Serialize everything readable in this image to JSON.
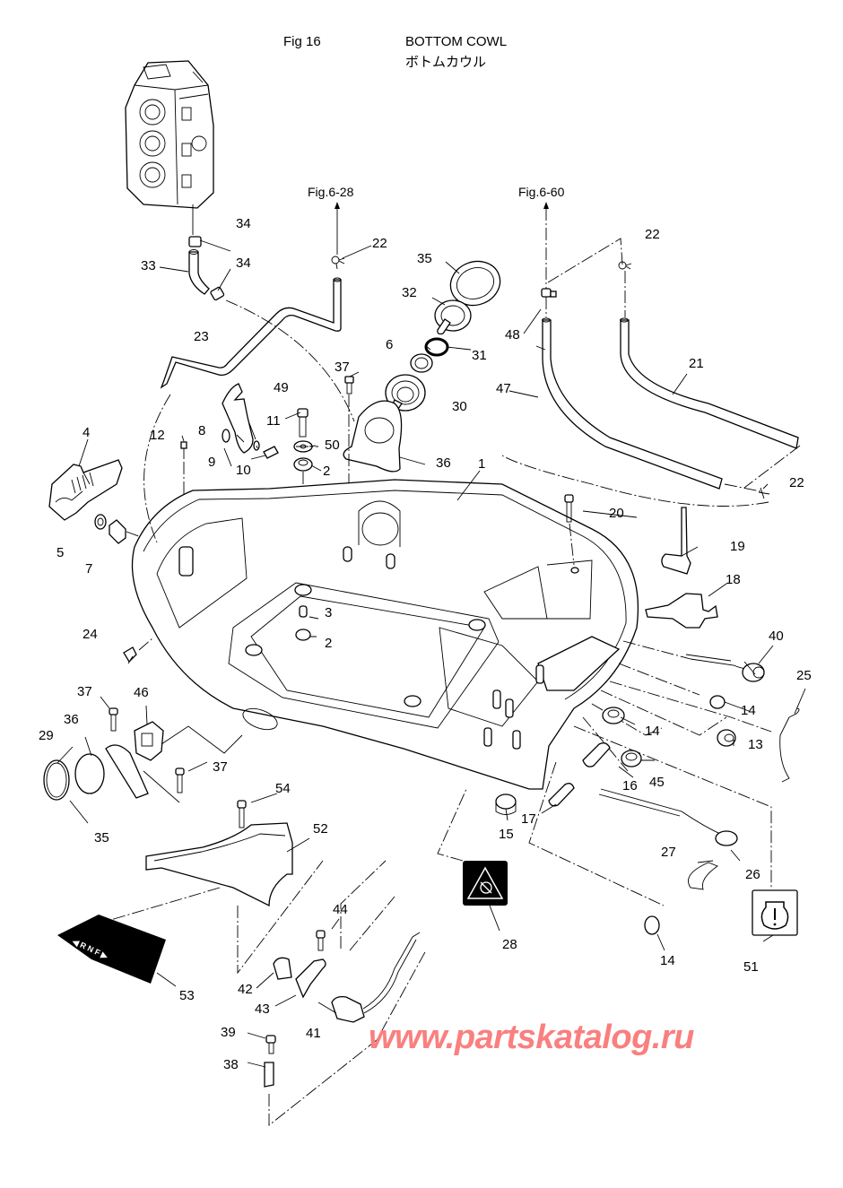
{
  "header": {
    "figure_number": "Fig 16",
    "title_en": "BOTTOM COWL",
    "title_jp": "ボトムカウル"
  },
  "references": [
    {
      "id": "ref-fig-6-28",
      "text": "Fig.6-28"
    },
    {
      "id": "ref-fig-6-60",
      "text": "Fig.6-60"
    }
  ],
  "callouts": [
    {
      "key": "c1",
      "text": "1"
    },
    {
      "key": "c2a",
      "text": "2"
    },
    {
      "key": "c2b",
      "text": "2"
    },
    {
      "key": "c3",
      "text": "3"
    },
    {
      "key": "c4",
      "text": "4"
    },
    {
      "key": "c5",
      "text": "5"
    },
    {
      "key": "c6",
      "text": "6"
    },
    {
      "key": "c7",
      "text": "7"
    },
    {
      "key": "c8",
      "text": "8"
    },
    {
      "key": "c9",
      "text": "9"
    },
    {
      "key": "c10",
      "text": "10"
    },
    {
      "key": "c11",
      "text": "11"
    },
    {
      "key": "c12",
      "text": "12"
    },
    {
      "key": "c13",
      "text": "13"
    },
    {
      "key": "c14a",
      "text": "14"
    },
    {
      "key": "c14b",
      "text": "14"
    },
    {
      "key": "c14c",
      "text": "14"
    },
    {
      "key": "c15",
      "text": "15"
    },
    {
      "key": "c16",
      "text": "16"
    },
    {
      "key": "c17",
      "text": "17"
    },
    {
      "key": "c18",
      "text": "18"
    },
    {
      "key": "c19",
      "text": "19"
    },
    {
      "key": "c20",
      "text": "20"
    },
    {
      "key": "c21",
      "text": "21"
    },
    {
      "key": "c22a",
      "text": "22"
    },
    {
      "key": "c22b",
      "text": "22"
    },
    {
      "key": "c22c",
      "text": "22"
    },
    {
      "key": "c23",
      "text": "23"
    },
    {
      "key": "c24",
      "text": "24"
    },
    {
      "key": "c25",
      "text": "25"
    },
    {
      "key": "c26",
      "text": "26"
    },
    {
      "key": "c27",
      "text": "27"
    },
    {
      "key": "c28",
      "text": "28"
    },
    {
      "key": "c29",
      "text": "29"
    },
    {
      "key": "c30",
      "text": "30"
    },
    {
      "key": "c31",
      "text": "31"
    },
    {
      "key": "c32",
      "text": "32"
    },
    {
      "key": "c33",
      "text": "33"
    },
    {
      "key": "c34a",
      "text": "34"
    },
    {
      "key": "c34b",
      "text": "34"
    },
    {
      "key": "c35a",
      "text": "35"
    },
    {
      "key": "c35b",
      "text": "35"
    },
    {
      "key": "c36a",
      "text": "36"
    },
    {
      "key": "c36b",
      "text": "36"
    },
    {
      "key": "c37a",
      "text": "37"
    },
    {
      "key": "c37b",
      "text": "37"
    },
    {
      "key": "c37c",
      "text": "37"
    },
    {
      "key": "c38",
      "text": "38"
    },
    {
      "key": "c39",
      "text": "39"
    },
    {
      "key": "c40",
      "text": "40"
    },
    {
      "key": "c41",
      "text": "41"
    },
    {
      "key": "c42",
      "text": "42"
    },
    {
      "key": "c43",
      "text": "43"
    },
    {
      "key": "c44",
      "text": "44"
    },
    {
      "key": "c45",
      "text": "45"
    },
    {
      "key": "c46",
      "text": "46"
    },
    {
      "key": "c47",
      "text": "47"
    },
    {
      "key": "c48",
      "text": "48"
    },
    {
      "key": "c49",
      "text": "49"
    },
    {
      "key": "c50",
      "text": "50"
    },
    {
      "key": "c51",
      "text": "51"
    },
    {
      "key": "c52",
      "text": "52"
    },
    {
      "key": "c53",
      "text": "53"
    },
    {
      "key": "c54",
      "text": "54"
    }
  ],
  "decals": {
    "shift_decal": {
      "left_arrow": "◀",
      "r": "R",
      "n": "N",
      "f": "F",
      "right_arrow": "▶"
    },
    "warning_decal_icon": "engine-warning-triangle",
    "caution_decal_icon": "engine-exclamation"
  },
  "watermark": {
    "text": "www.partskatalog.ru",
    "color": "#fa7f7f"
  }
}
